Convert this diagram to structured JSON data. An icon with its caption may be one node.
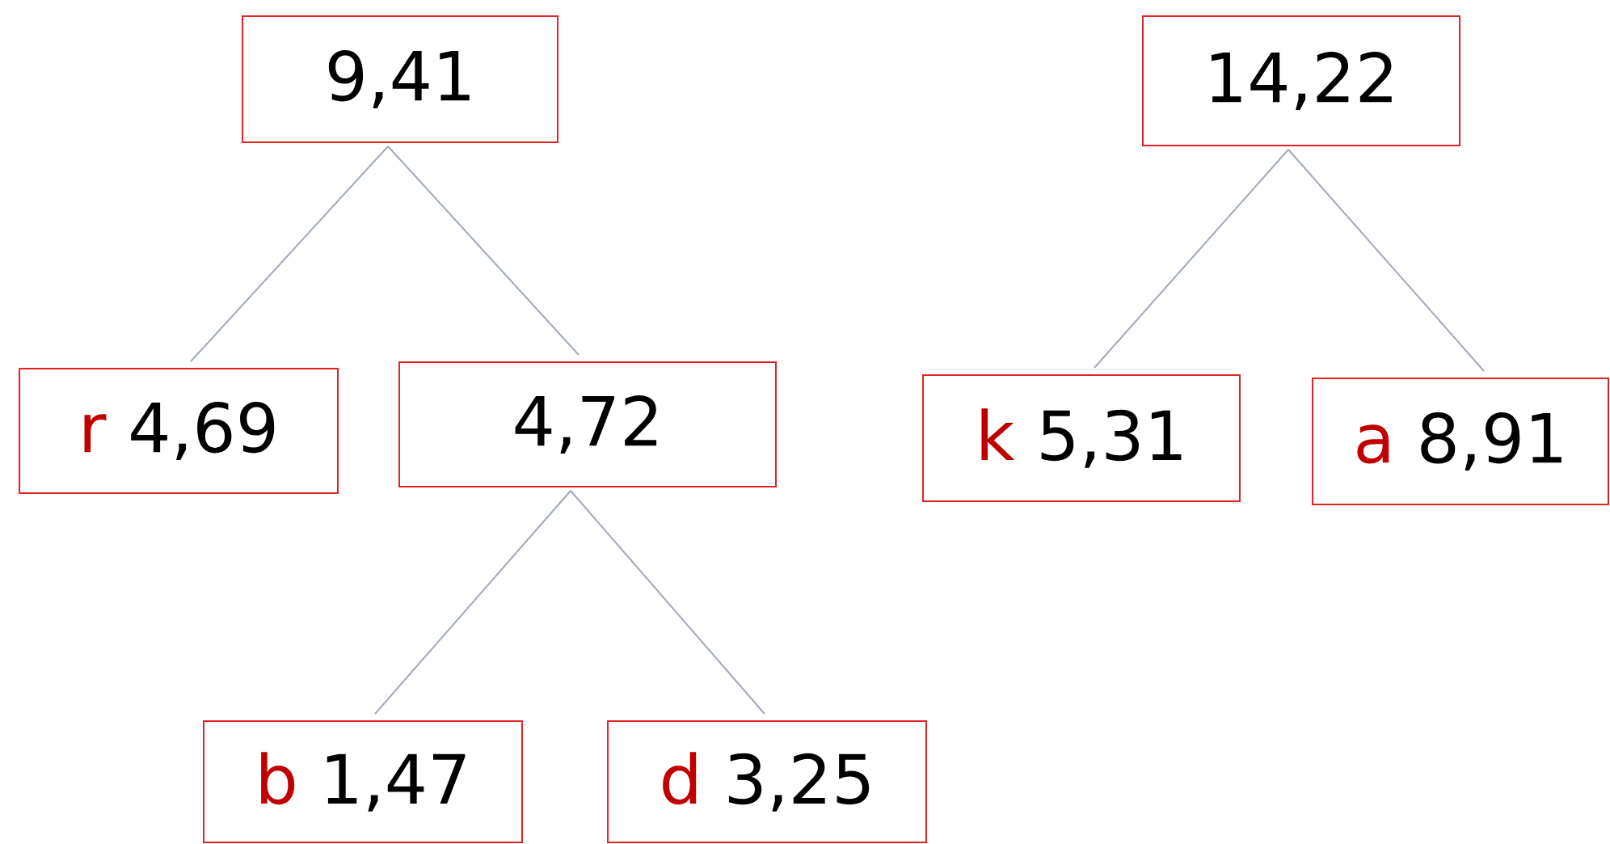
{
  "diagram": {
    "nodes": [
      {
        "text": [
          "9,41"
        ]
      },
      {
        "text": [
          "r",
          "4,69"
        ]
      },
      {
        "text": [
          "4,72"
        ]
      },
      {
        "text": [
          "b",
          "1,47"
        ]
      },
      {
        "text": [
          "d",
          "3,25"
        ]
      },
      {
        "text": [
          "14,22"
        ]
      },
      {
        "text": [
          "k",
          "5,31"
        ]
      },
      {
        "text": [
          "a",
          "8,91"
        ]
      }
    ],
    "edges": [
      {
        "from": 0,
        "to": 1,
        "arrow": "none"
      },
      {
        "from": 0,
        "to": 2,
        "arrow": "none"
      },
      {
        "from": 2,
        "to": 3,
        "arrow": "none"
      },
      {
        "from": 2,
        "to": 4,
        "arrow": "none"
      },
      {
        "from": 5,
        "to": 6,
        "arrow": "none"
      },
      {
        "from": 5,
        "to": 7,
        "arrow": "none"
      }
    ]
  }
}
